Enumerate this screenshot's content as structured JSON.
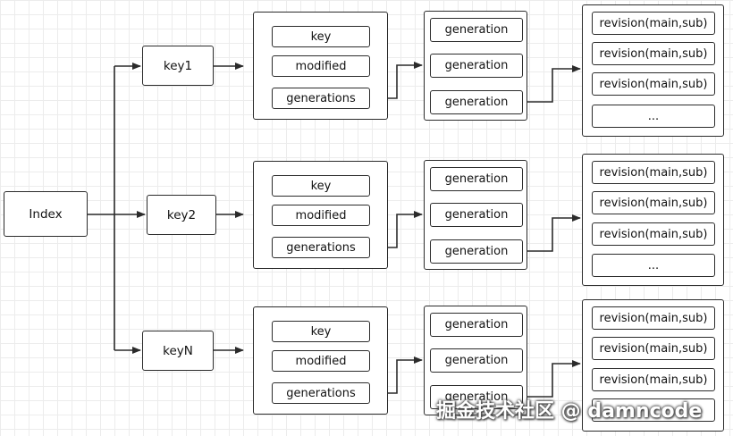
{
  "diagram": {
    "root": "Index",
    "keys": [
      {
        "label": "key1",
        "fields": [
          "key",
          "modified",
          "generations"
        ],
        "generations": [
          "generation",
          "generation",
          "generation"
        ],
        "revisions": [
          "revision(main,sub)",
          "revision(main,sub)",
          "revision(main,sub)",
          "..."
        ]
      },
      {
        "label": "key2",
        "fields": [
          "key",
          "modified",
          "generations"
        ],
        "generations": [
          "generation",
          "generation",
          "generation"
        ],
        "revisions": [
          "revision(main,sub)",
          "revision(main,sub)",
          "revision(main,sub)",
          "..."
        ]
      },
      {
        "label": "keyN",
        "fields": [
          "key",
          "modified",
          "generations"
        ],
        "generations": [
          "generation",
          "generation",
          "generation"
        ],
        "revisions": [
          "revision(main,sub)",
          "revision(main,sub)",
          "revision(main,sub)",
          ""
        ]
      }
    ]
  },
  "watermark": "掘金技术社区 @ damncode",
  "colors": {
    "line": "#2b2b2b",
    "grid": "#ececec"
  }
}
